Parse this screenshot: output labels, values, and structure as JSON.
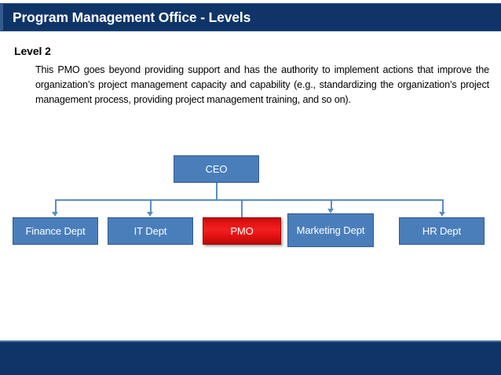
{
  "header": {
    "title": "Program Management Office - Levels",
    "background_color": "#0f3468",
    "text_color": "#ffffff"
  },
  "content": {
    "level_heading": "Level 2",
    "paragraph": "This PMO goes beyond providing support and has the authority to implement actions that improve the organization’s project management capacity and capability (e.g., standardizing the organization’s project management process, providing project management training, and so on)."
  },
  "orgchart": {
    "root": {
      "label": "CEO",
      "fill_color": "#4a7ebb",
      "border_color": "#31598e"
    },
    "children": [
      {
        "label": "Finance Dept",
        "fill_color": "#4a7ebb",
        "border_color": "#31598e",
        "highlighted": false
      },
      {
        "label": "IT Dept",
        "fill_color": "#4a7ebb",
        "border_color": "#31598e",
        "highlighted": false
      },
      {
        "label": "PMO",
        "fill_color": "#e81414",
        "border_color": "#9c0a0a",
        "highlighted": true
      },
      {
        "label": "Marketing Dept",
        "fill_color": "#4a7ebb",
        "border_color": "#31598e",
        "highlighted": false
      },
      {
        "label": "HR Dept",
        "fill_color": "#4a7ebb",
        "border_color": "#31598e",
        "highlighted": false
      }
    ],
    "connector_color": "#5a8dc4"
  },
  "footer": {
    "background_color": "#0f3468"
  }
}
